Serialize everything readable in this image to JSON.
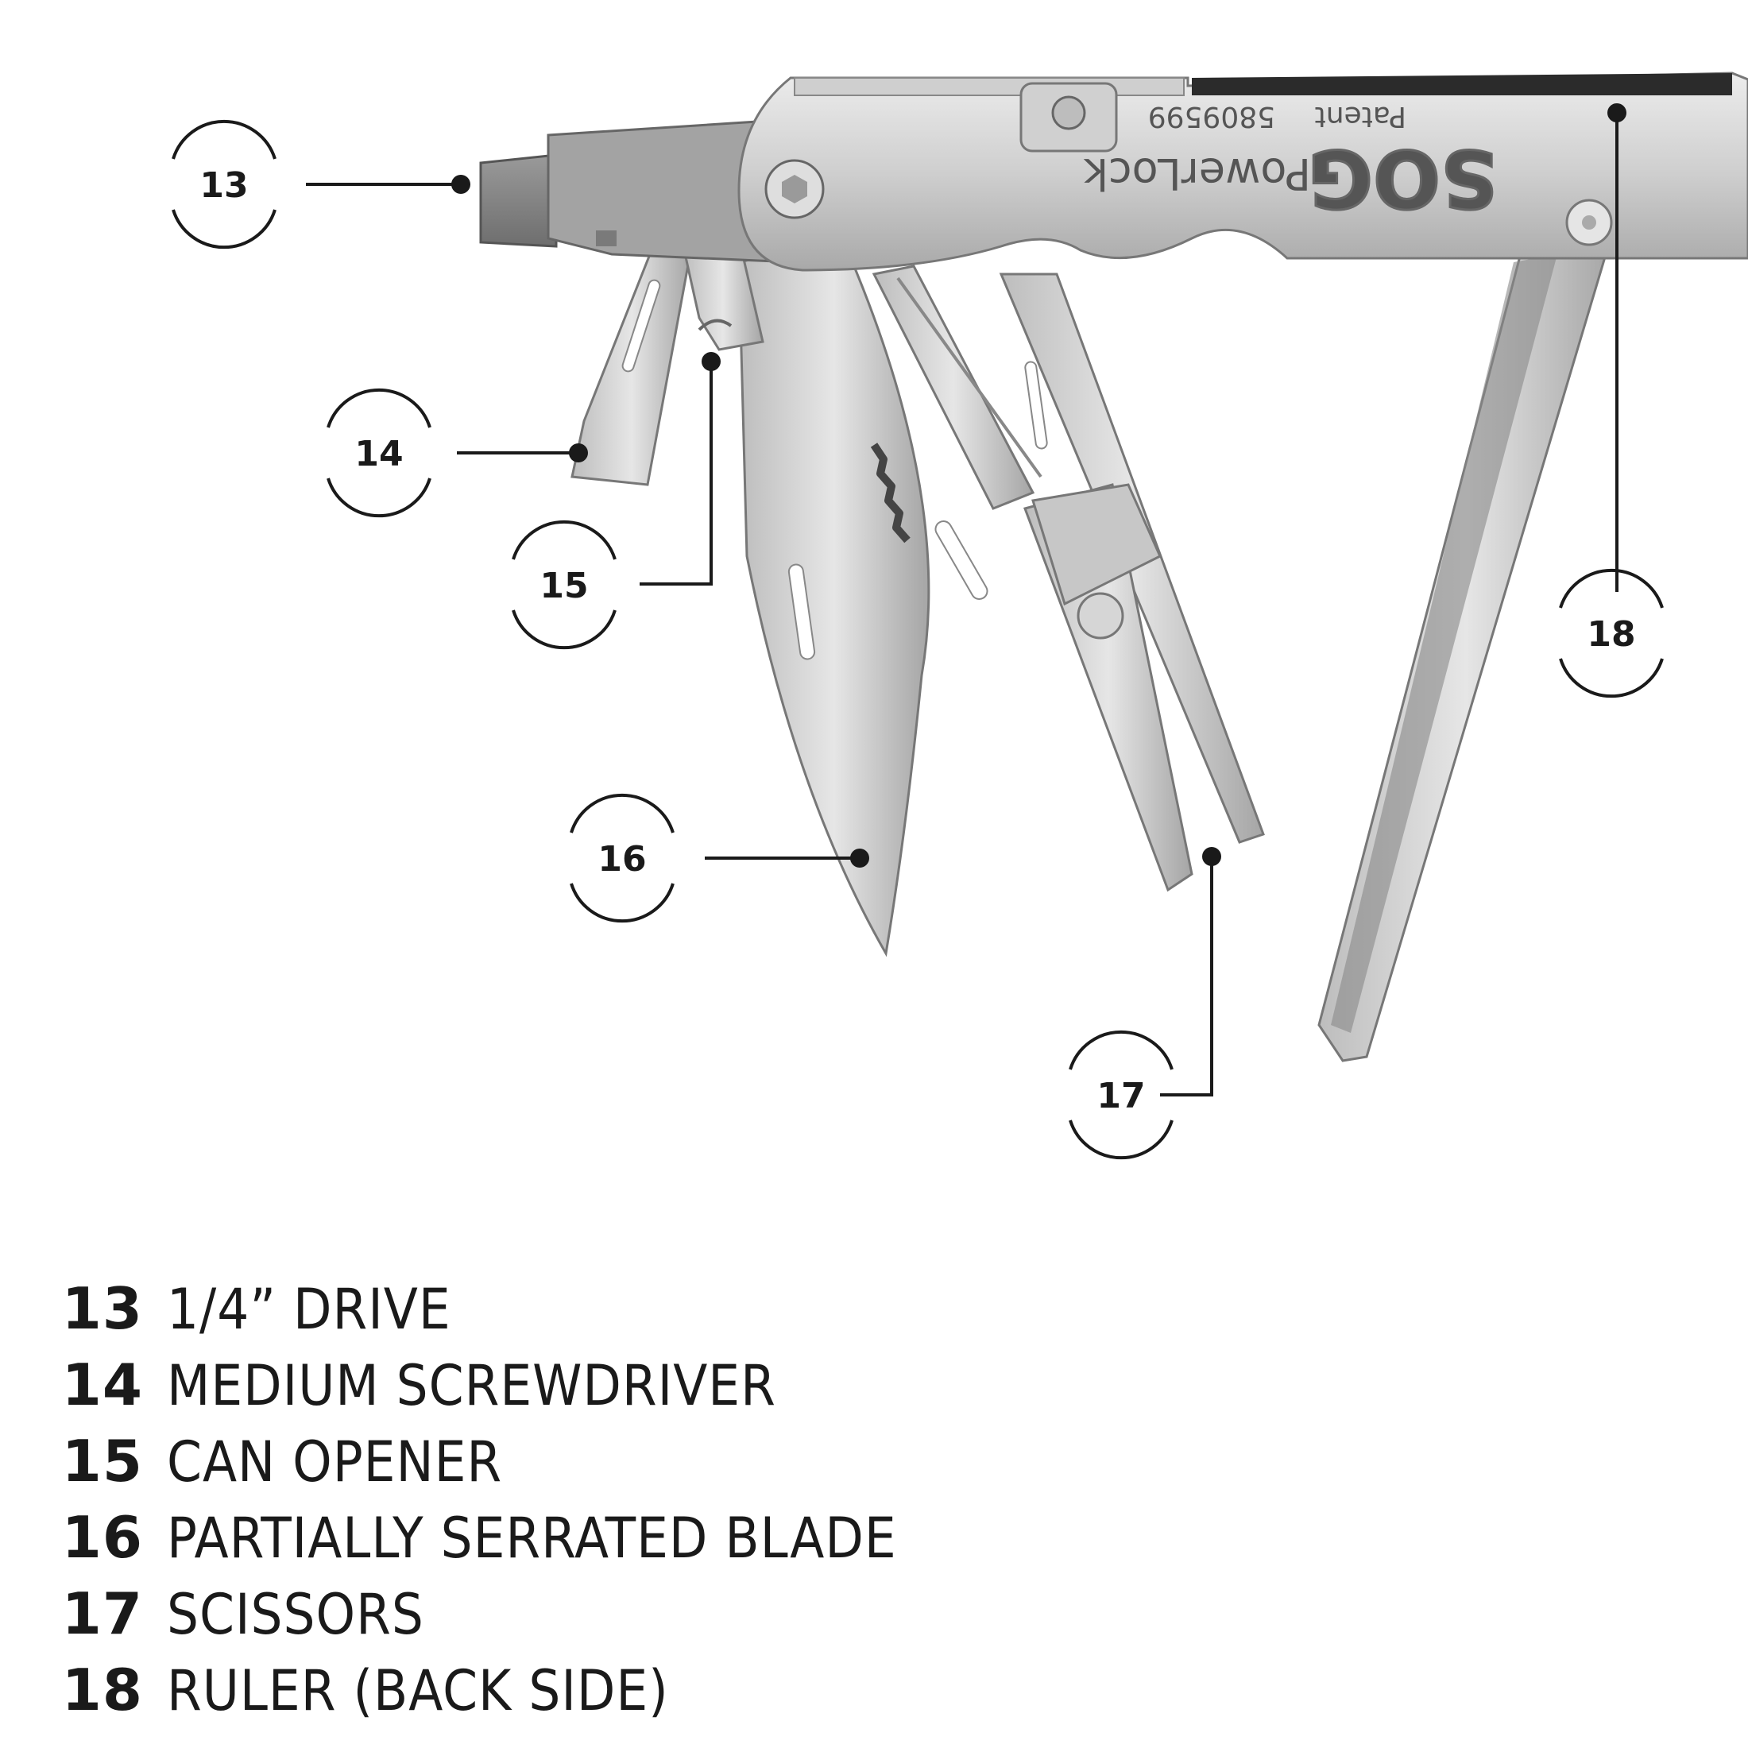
{
  "tool_engraving": {
    "brand": "SOG",
    "model": "PowerLock",
    "patent_label": "Patent",
    "patent_number": "5809599"
  },
  "callouts": [
    {
      "id": "13",
      "label": "1/4” DRIVE"
    },
    {
      "id": "14",
      "label": "MEDIUM SCREWDRIVER"
    },
    {
      "id": "15",
      "label": "CAN OPENER"
    },
    {
      "id": "16",
      "label": "PARTIALLY SERRATED BLADE"
    },
    {
      "id": "17",
      "label": "SCISSORS"
    },
    {
      "id": "18",
      "label": "RULER (BACK SIDE)"
    }
  ],
  "colors": {
    "ink": "#1a1a1a",
    "steel_light": "#d9d9d9",
    "steel_mid": "#bdbdbd",
    "steel_dark": "#8c8c8c"
  }
}
